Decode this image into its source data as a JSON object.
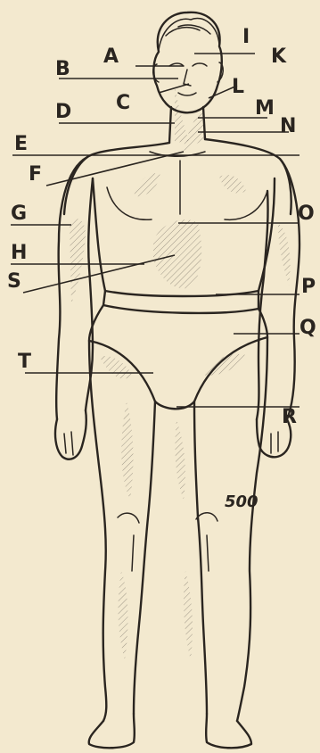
{
  "figure": {
    "number": "500",
    "labels": [
      "A",
      "B",
      "C",
      "D",
      "E",
      "F",
      "G",
      "H",
      "I",
      "K",
      "L",
      "M",
      "N",
      "O",
      "P",
      "Q",
      "R",
      "S",
      "T"
    ]
  },
  "colors": {
    "paper": "#f3e9cf",
    "ink": "#2a2520"
  }
}
